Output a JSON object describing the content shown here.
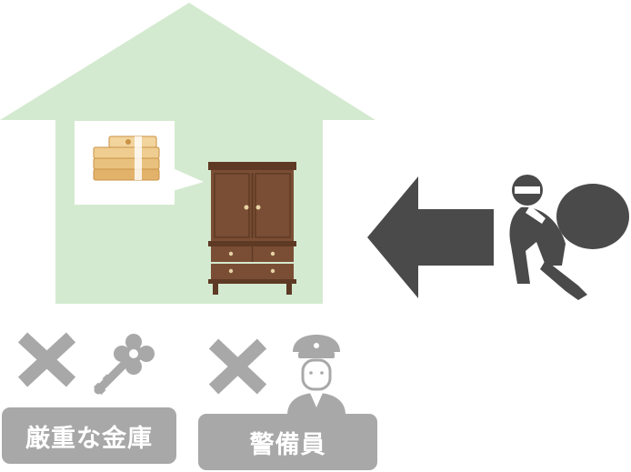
{
  "labels": {
    "safe": "厳重な金庫",
    "guard": "警備員"
  },
  "colors": {
    "house": "#d4ead0",
    "bubble": "#ffffff",
    "money": "#e7ba73",
    "wardrobe": "#7a4e34",
    "arrow": "#4a4a4a",
    "thief": "#4a4a4a",
    "cross": "#a8a8a8",
    "label_bg": "#a8a8a8"
  },
  "icons": [
    "house-illustration",
    "money-stack-icon",
    "speech-bubble",
    "wardrobe-icon",
    "arrow-left-icon",
    "thief-icon",
    "cross-icon",
    "key-icon",
    "security-guard-icon"
  ]
}
